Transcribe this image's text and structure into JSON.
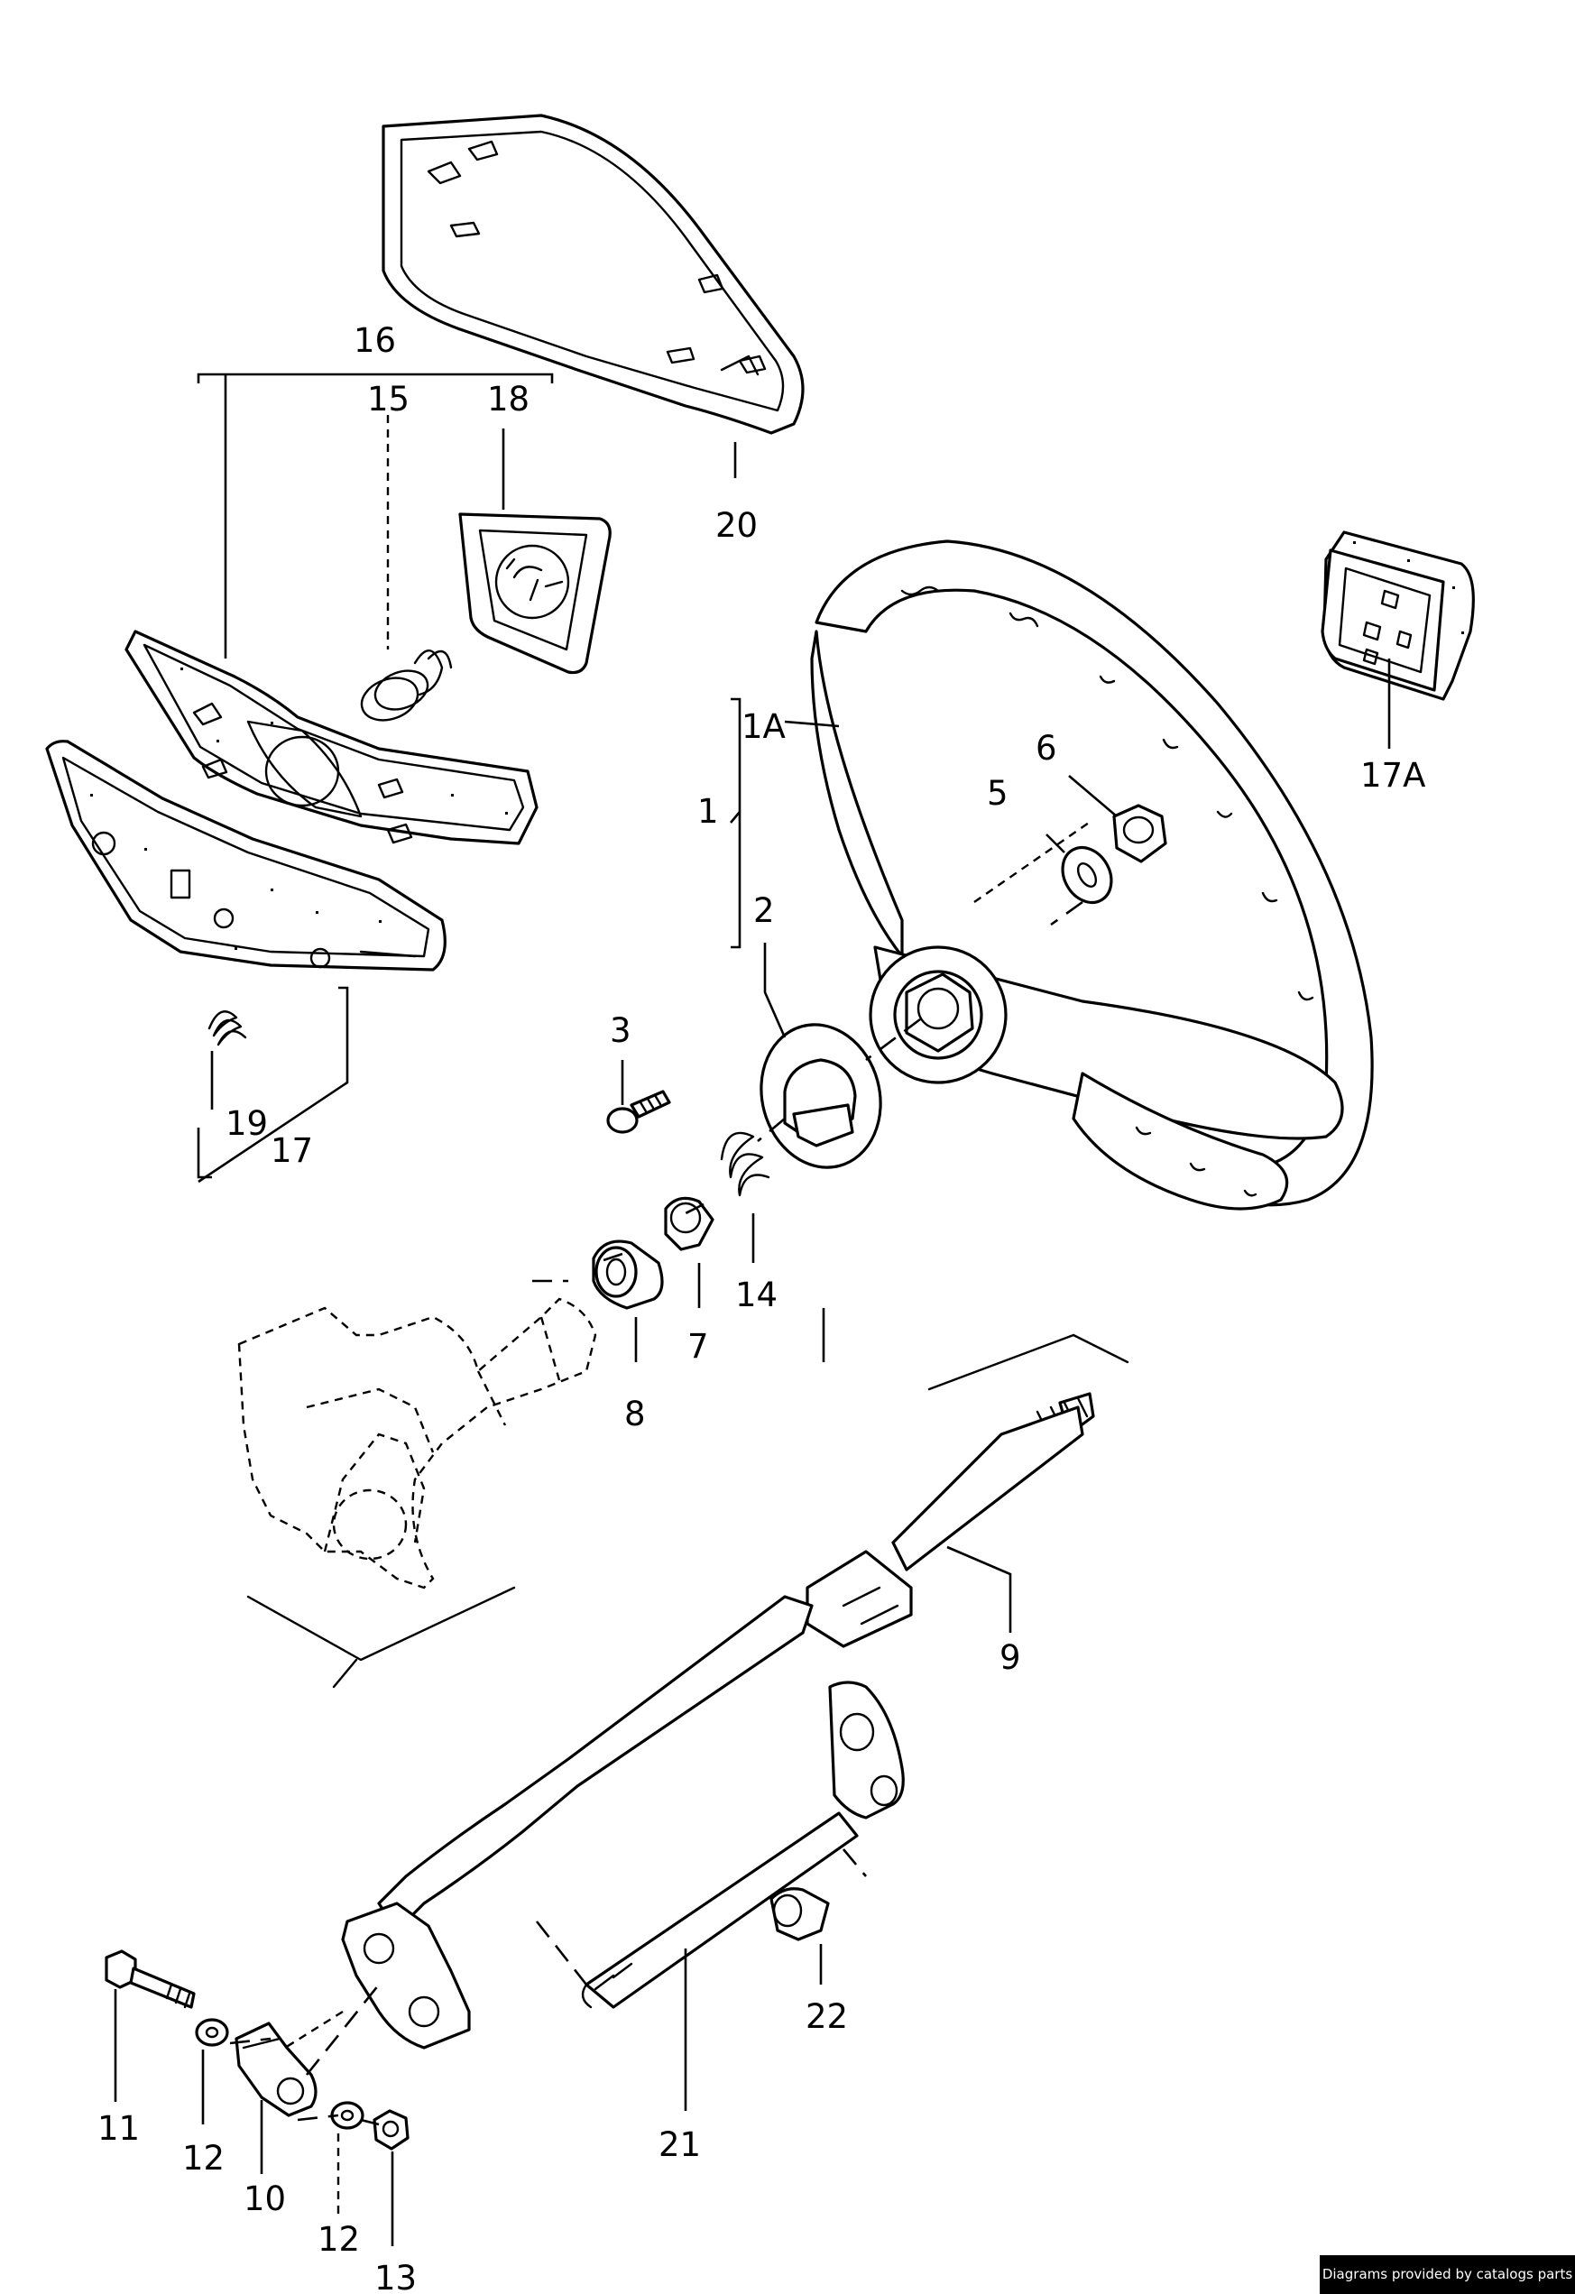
{
  "callouts": {
    "c1": "1",
    "c1a": "1A",
    "c2": "2",
    "c3": "3",
    "c5": "5",
    "c6": "6",
    "c7": "7",
    "c8": "8",
    "c9": "9",
    "c10": "10",
    "c11": "11",
    "c12a": "12",
    "c12b": "12",
    "c13": "13",
    "c14": "14",
    "c15": "15",
    "c16": "16",
    "c17": "17",
    "c17a": "17A",
    "c18": "18",
    "c19": "19",
    "c20": "20",
    "c21": "21",
    "c22": "22"
  },
  "footer": {
    "credit": "Diagrams provided by catalogs parts"
  }
}
